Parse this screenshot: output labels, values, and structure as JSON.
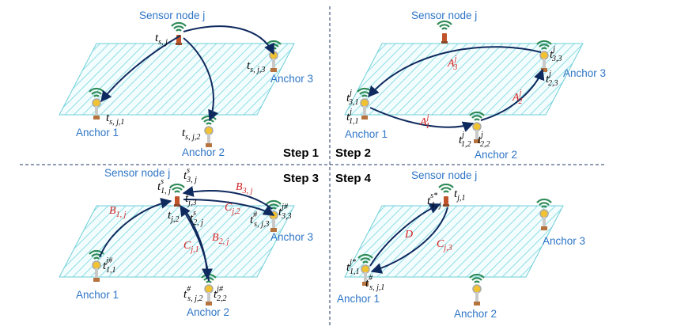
{
  "labels": {
    "sensor_node": "Sensor node j",
    "anchor_1": "Anchor 1",
    "anchor_2": "Anchor 2",
    "anchor_3": "Anchor 3"
  },
  "steps": [
    "Step 1",
    "Step 2",
    "Step 3",
    "Step 4"
  ],
  "colors": {
    "arrow": "#0f2a5e",
    "label_blue": "#2e75c6",
    "symbol_red": "#d02323",
    "plane": "#6ecfd8",
    "wifi": "#2e8b57",
    "node_body": "#c0532a"
  },
  "panel1": {
    "t_sj": "t",
    "t_sj_sub": "s, j",
    "t_sj1": "t",
    "t_sj1_sub": "s, j,1",
    "t_sj2": "t",
    "t_sj2_sub": "s, j,2",
    "t_sj3": "t",
    "t_sj3_sub": "s, j,3"
  },
  "panel2": {
    "t11": "t",
    "t11_sup": "j",
    "t11_sub": "1,1",
    "t31": "t",
    "t31_sup": "j",
    "t31_sub": "3,1",
    "t12": "t",
    "t12_sup": "j",
    "t12_sub": "1,2",
    "t22": "t",
    "t22_sup": "j",
    "t22_sub": "2,2",
    "t23": "t",
    "t23_sup": "j",
    "t23_sub": "2,3",
    "t33": "t",
    "t33_sup": "j",
    "t33_sub": "3,3",
    "A1": "A",
    "A1_sup": "j",
    "A1_sub": "1",
    "A2": "A",
    "A2_sup": "j",
    "A2_sub": "2",
    "A3": "A",
    "A3_sup": "j",
    "A3_sub": "3"
  },
  "panel3": {
    "ts1j": "t",
    "ts1j_sup": "s",
    "ts1j_sub": "1, j",
    "ts3j": "t",
    "ts3j_sup": "s",
    "ts3j_sub": "3, j",
    "tj2": "t",
    "tj2_sub": "j,2",
    "tj3": "t",
    "tj3_sub": "j,3",
    "ts2j": "t",
    "ts2j_sup": "s",
    "ts2j_sub": "2, j",
    "t11": "t",
    "t11_sup": "j#",
    "t11_sub": "1,1",
    "t22": "t",
    "t22_sup": "j#",
    "t22_sub": "2,2",
    "tsj2": "t",
    "tsj2_sup": "#",
    "tsj2_sub": "s, j,2",
    "t33": "t",
    "t33_sup": "j#",
    "t33_sub": "3,3",
    "tsj3": "t",
    "tsj3_sup": "#",
    "tsj3_sub": "s, j,3",
    "B1": "B",
    "B1_sub": "1, j",
    "B2": "B",
    "B2_sub": "2, j",
    "B3": "B",
    "B3_sub": "3, j",
    "C1": "C",
    "C1_sub": "j,1",
    "C2": "C",
    "C2_sub": "j,2"
  },
  "panel4": {
    "ts1j": "t",
    "ts1j_sup": "s*",
    "ts1j_sub": "1, j",
    "tj1": "t",
    "tj1_sub": "j,1",
    "t11": "t",
    "t11_sup": "j*",
    "t11_sub": "1,1",
    "tsj1": "t",
    "tsj1_sup": "#",
    "tsj1_sub": "s, j,1",
    "D": "D",
    "C3": "C",
    "C3_sub": "j,3"
  }
}
